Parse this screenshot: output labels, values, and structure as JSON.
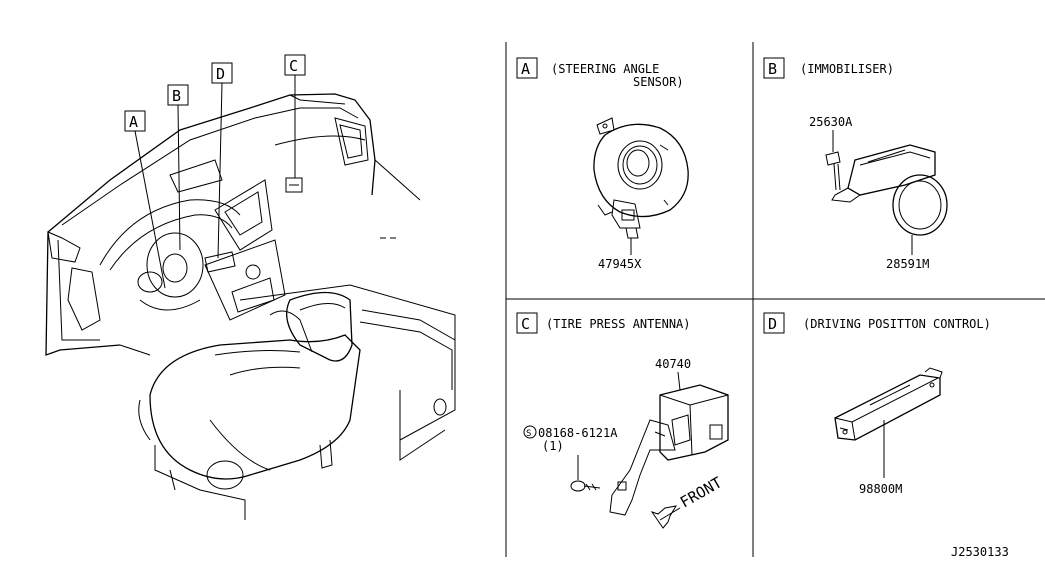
{
  "diagram_id": "J2530133",
  "overview": {
    "callouts": [
      "A",
      "B",
      "D",
      "C"
    ]
  },
  "panels": {
    "A": {
      "letter": "A",
      "title_line1": "(STEERING ANGLE",
      "title_line2": "SENSOR)",
      "parts": [
        "47945X"
      ]
    },
    "B": {
      "letter": "B",
      "title": "(IMMOBILISER)",
      "parts": [
        "25630A",
        "28591M"
      ]
    },
    "C": {
      "letter": "C",
      "title": "(TIRE PRESS ANTENNA)",
      "parts": [
        "40740"
      ],
      "bolt_symbol": "S",
      "bolt_part": "08168-6121A",
      "bolt_qty": "(1)",
      "direction": "FRONT"
    },
    "D": {
      "letter": "D",
      "title": "(DRIVING POSITTON CONTROL)",
      "parts": [
        "98800M"
      ]
    }
  }
}
